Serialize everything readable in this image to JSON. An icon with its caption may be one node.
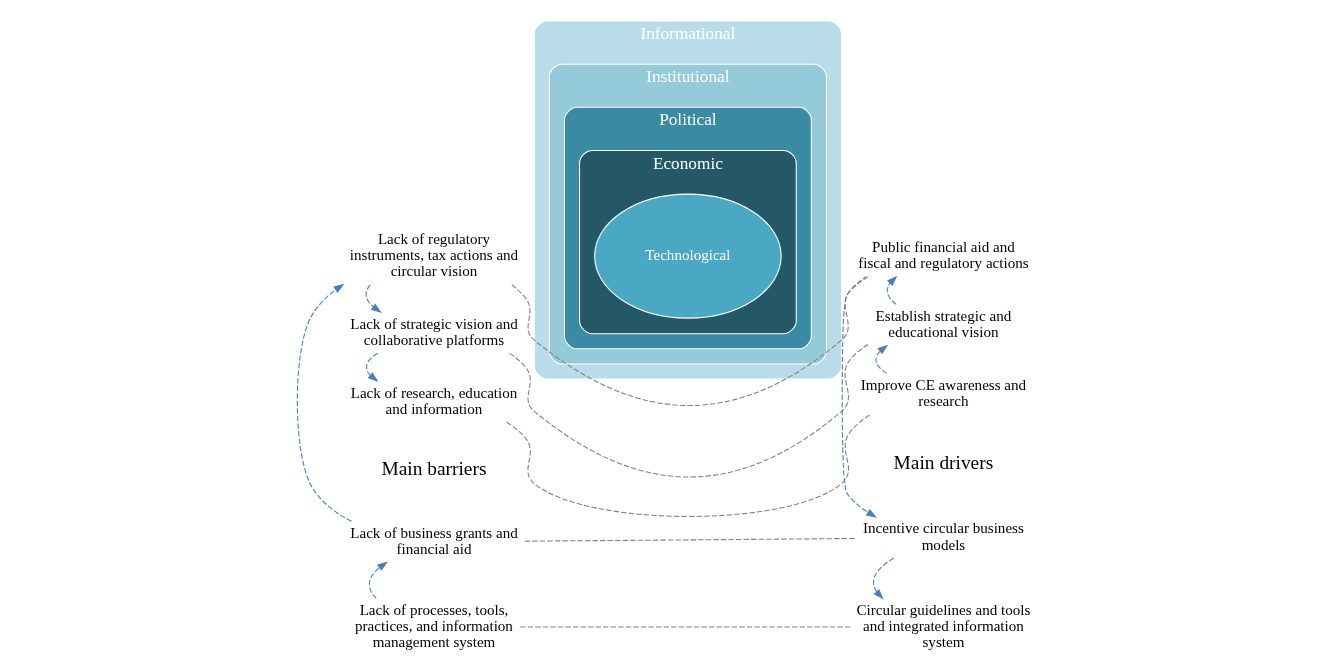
{
  "diagram": {
    "nodes": [
      {
        "text": [
          "Informational"
        ]
      },
      {
        "text": [
          "Institutional"
        ],
        "in": 0
      },
      {
        "text": [
          "Political"
        ],
        "in": 1
      },
      {
        "text": [
          "Economic"
        ],
        "in": 2
      },
      {
        "text": [
          "Technological"
        ],
        "in": 3
      },
      {
        "text": [
          "Lack of research, education and information"
        ]
      },
      {
        "text": [
          "Lack of strategic vision and collaborative platforms"
        ]
      },
      {
        "text": [
          "Lack of regulatory instruments, tax actions and circular vision"
        ]
      },
      {
        "text": [
          "Lack of business grants and financial aid"
        ]
      },
      {
        "text": [
          "Lack of processes, tools, practices, and information management system"
        ]
      },
      {
        "text": [
          "Improve CE awareness and research"
        ]
      },
      {
        "text": [
          "Establish strategic and educational vision"
        ]
      },
      {
        "text": [
          "Public financial aid and fiscal and regulatory actions"
        ]
      },
      {
        "text": [
          "Incentive circular business models"
        ]
      },
      {
        "text": [
          "Circular guidelines and tools and integrated information system"
        ]
      }
    ],
    "edges": [
      {
        "from": 9,
        "to": 8,
        "arrow": "to",
        "style": "dashed"
      },
      {
        "from": 8,
        "to": 7,
        "arrow": "to",
        "style": "dashed"
      },
      {
        "from": 7,
        "to": 6,
        "arrow": "to",
        "style": "dashed"
      },
      {
        "from": 6,
        "to": 5,
        "arrow": "to",
        "style": "dashed"
      },
      {
        "from": 10,
        "to": 11,
        "arrow": "to",
        "style": "dashed"
      },
      {
        "from": 11,
        "to": 12,
        "arrow": "to",
        "style": "dashed"
      },
      {
        "from": 12,
        "to": 13,
        "arrow": "to",
        "style": "dashed"
      },
      {
        "from": 13,
        "to": 14,
        "arrow": "to",
        "style": "dashed"
      },
      {
        "from": 5,
        "to": 10,
        "arrow": "none",
        "style": "dashed",
        "color": "#808080"
      },
      {
        "from": 6,
        "to": 11,
        "arrow": "none",
        "style": "dashed",
        "color": "#808080"
      },
      {
        "from": 7,
        "to": 12,
        "arrow": "none",
        "style": "dashed",
        "color": "#808080"
      },
      {
        "from": 8,
        "to": 13,
        "arrow": "none",
        "style": "dashed",
        "color": "#808080"
      },
      {
        "from": 9,
        "to": 14,
        "arrow": "none",
        "style": "dashed",
        "color": "#808080"
      }
    ],
    "labels": [
      "Main barriers",
      "Main drivers"
    ]
  }
}
